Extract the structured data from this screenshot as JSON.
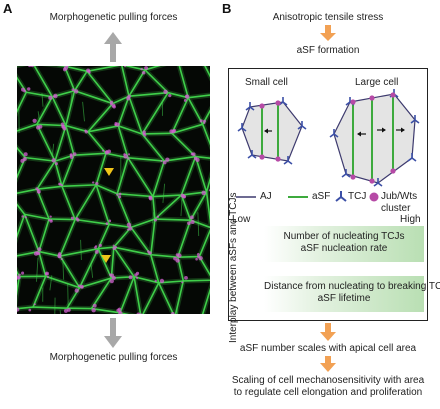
{
  "panel_a": {
    "letter": "A",
    "top_label": "Morphogenetic pulling forces",
    "bottom_label": "Morphogenetic pulling forces"
  },
  "panel_b": {
    "letter": "B",
    "top_label": "Anisotropic tensile stress",
    "formation_label": "aSF formation",
    "small_cell_label": "Small cell",
    "large_cell_label": "Large cell",
    "legend": {
      "aj": "AJ",
      "asf": "aSF",
      "tcj": "TCJ",
      "jub_line1": "Jub/Wts",
      "jub_line2": "cluster"
    },
    "vertical_label": "Interplay between aSFs and TCJs",
    "scale_low": "Low",
    "scale_high": "High",
    "bar1_line1": "Number of nucleating TCJs",
    "bar1_line2": "aSF nucleation rate",
    "bar2_line1": "Distance from nucleating to breaking TCJs",
    "bar2_line2": "aSF lifetime",
    "result_label": "aSF number scales with apical cell area",
    "final_line1": "Scaling of cell mechanosensitivity with area",
    "final_line2": "to regulate cell elongation and proliferation"
  },
  "colors": {
    "arrow_gray": "#a8a8a8",
    "arrow_orange": "#f2a154",
    "aj_line": "#3d3a6e",
    "asf_green": "#3daa3d",
    "tcj_blue": "#3b4fa6",
    "jub_magenta": "#b64aa6",
    "cell_fill": "#e4e4e4",
    "bar_green": "#b9dfb3",
    "micro_green": "#3fcf4a",
    "micro_magenta": "#d25fd0",
    "pointer_yellow": "#f0c419"
  }
}
